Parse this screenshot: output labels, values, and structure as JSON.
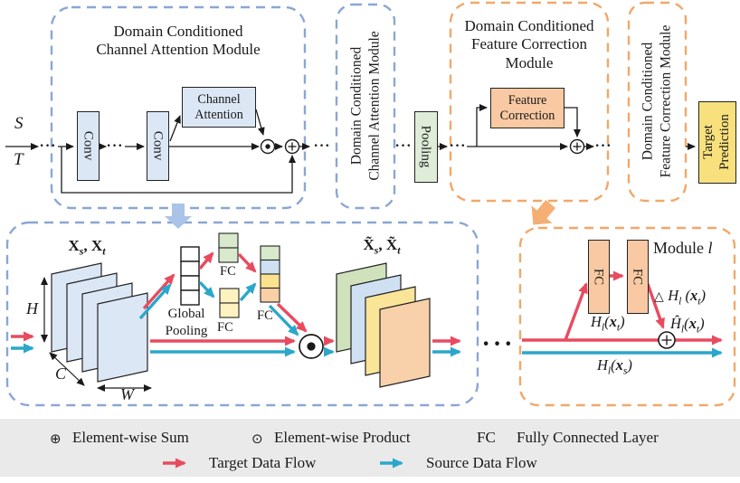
{
  "colors": {
    "light_blue": "#dce7f6",
    "blue_dash": "#8aa7d3",
    "green": "#dfecd8",
    "orange": "#f8c9a2",
    "orange_dash": "#f1a869",
    "yellow": "#f8e17c",
    "red": "#e84b60",
    "cyan": "#2ba7cb",
    "map_green": "#d0e2bc",
    "map_blue": "#cfe0f2",
    "map_yellow": "#fae498",
    "map_orange": "#f8d1ab",
    "cell_green": "#d9e9cb",
    "cell_yellow": "#fdf2c0",
    "cell_yellow2": "#fae28e",
    "cell_orange": "#f9cfa6",
    "legend_bg": "#eaeaea",
    "big_blue_arrow": "#a9c4e6",
    "big_orange_arrow": "#f5ae74"
  },
  "symbols": {
    "ellipsis": "···"
  },
  "io": {
    "source": "S",
    "target": "T"
  },
  "dcca": {
    "title1": "Domain Conditioned",
    "title2": "Channel Attention Module",
    "conv": "Conv",
    "attn1": "Channel",
    "attn2": "Attention"
  },
  "dcca_vert": {
    "line1": "Domain Conditioned",
    "line2": "Channel Attention Module"
  },
  "pooling": "Pooling",
  "dcfc": {
    "title1": "Domain Conditioned",
    "title2": "Feature Correction",
    "title3": "Module",
    "fc1": "Feature",
    "fc2": "Correction",
    "vert1": "Domain Conditioned",
    "vert2": "Feature Correction Module"
  },
  "target_prediction": {
    "line1": "Target",
    "line2": "Prediction"
  },
  "attention_detail": {
    "input_label": {
      "x1": "X",
      "s1": "s",
      "sep": ", ",
      "x2": "X",
      "s2": "t"
    },
    "output_label": {
      "x1": "X̃",
      "s1": "s",
      "sep": ", ",
      "x2": "X̃",
      "s2": "t"
    },
    "dim_h": "H",
    "dim_c": "C",
    "dim_w": "W",
    "gp1": "Global",
    "gp2": "Pooling",
    "fc_top": "FC",
    "fc_bottom": "FC",
    "fc_merge": "FC"
  },
  "module_l": {
    "title": "Module",
    "title_var": "l",
    "fc": "FC",
    "delta": {
      "pre": "△ ",
      "base": "H",
      "sub": "l",
      "open": " (",
      "x": "x",
      "xsub": "t",
      "close": ")"
    },
    "h_t": {
      "base": "H",
      "sub": "l",
      "open": "(",
      "x": "x",
      "xsub": "t",
      "close": ")"
    },
    "h_hat": {
      "base": "Ĥ",
      "sub": "l",
      "open": "(",
      "x": "x",
      "xsub": "t",
      "close": ")"
    },
    "h_s": {
      "base": "H",
      "sub": "l",
      "open": "(",
      "x": "x",
      "xsub": "s",
      "close": ")"
    }
  },
  "legend": {
    "sum_icon": "⊕",
    "sum": "Element-wise Sum",
    "prod_icon": "⊙",
    "prod": "Element-wise Product",
    "fc_abbr": "FC",
    "fc": "Fully Connected Layer",
    "target_flow": "Target Data Flow",
    "source_flow": "Source Data Flow"
  }
}
